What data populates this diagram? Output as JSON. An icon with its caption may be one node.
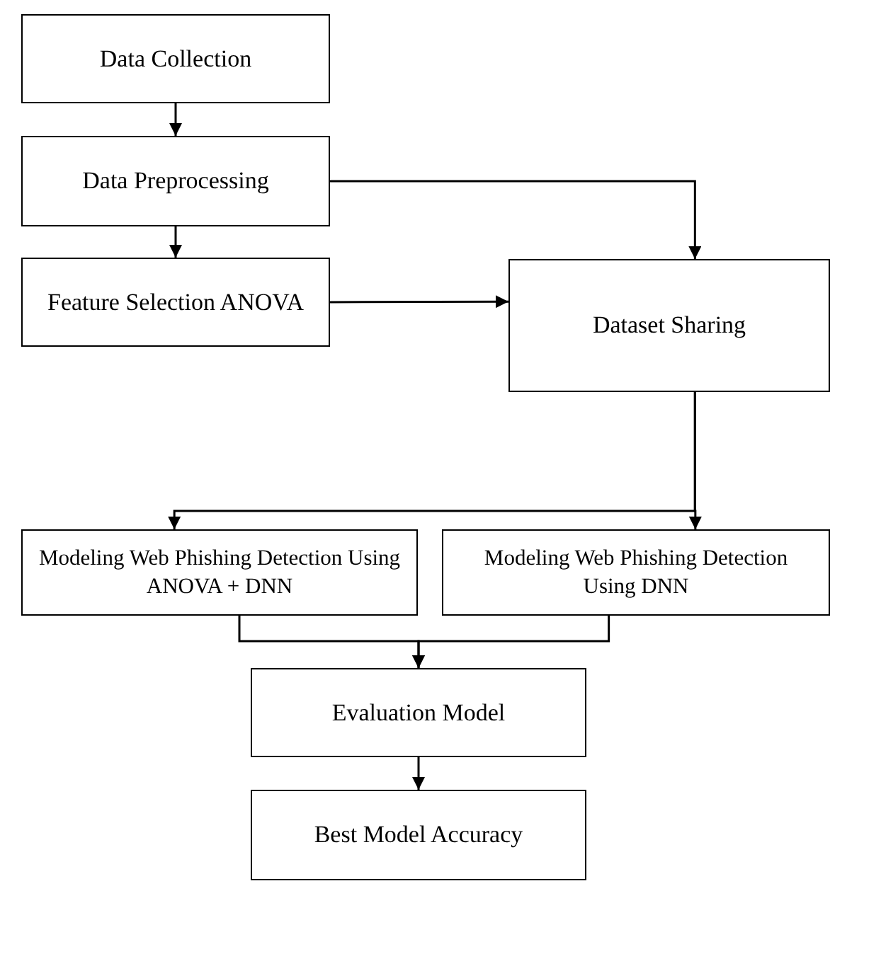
{
  "diagram": {
    "nodes": [
      {
        "text": [
          "Data Collection"
        ]
      },
      {
        "text": [
          "Data Preprocessing"
        ]
      },
      {
        "text": [
          "Feature Selection ANOVA"
        ]
      },
      {
        "text": [
          "Dataset Sharing"
        ]
      },
      {
        "text": [
          "Modeling Web Phishing Detection Using ANOVA + DNN"
        ]
      },
      {
        "text": [
          "Modeling Web Phishing Detection Using DNN"
        ]
      },
      {
        "text": [
          "Evaluation Model"
        ]
      },
      {
        "text": [
          "Best Model Accuracy"
        ]
      }
    ],
    "edges": [
      {
        "from": 0,
        "to": 1,
        "arrow": "to"
      },
      {
        "from": 1,
        "to": 3,
        "arrow": "to"
      },
      {
        "from": 1,
        "to": 2,
        "arrow": "to"
      },
      {
        "from": 2,
        "to": 3,
        "arrow": "to"
      },
      {
        "from": 3,
        "to": 4,
        "arrow": "to"
      },
      {
        "from": 3,
        "to": 5,
        "arrow": "to"
      },
      {
        "from": 4,
        "to": 6,
        "arrow": "to"
      },
      {
        "from": 5,
        "to": 6,
        "arrow": "to"
      },
      {
        "from": 6,
        "to": 7,
        "arrow": "to"
      }
    ]
  }
}
